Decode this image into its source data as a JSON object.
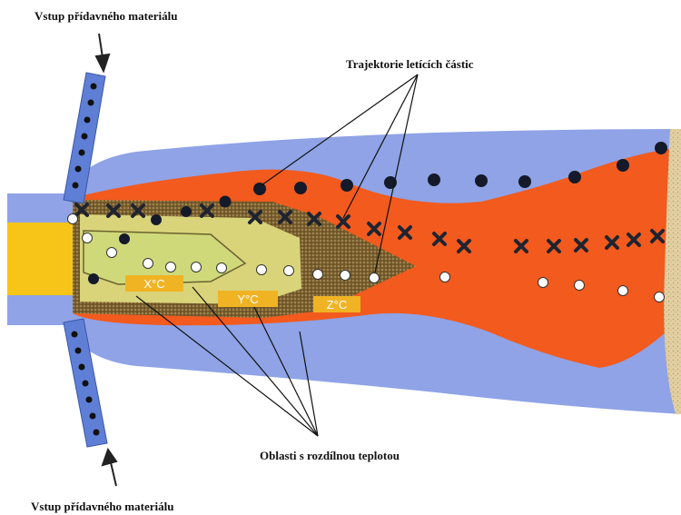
{
  "labels": {
    "feed_top": "Vstup přídavného materiálu",
    "feed_bottom": "Vstup přídavného materiálu",
    "trajectories": "Trajektorie letících částic",
    "temperature_zones": "Oblasti s rozdílnou teplotou"
  },
  "zones": {
    "x": "X°C",
    "y": "Y°C",
    "z": "Z°C"
  },
  "colors": {
    "outer_gas": "#8fa3e6",
    "hot_plume": "#f25a1e",
    "inner_zone": "#7a5f2e",
    "core_zone": "#d9d47a",
    "inner_core": "#cfd97a",
    "torch_nozzle": "#f6c518",
    "substrate": "#d9c49a",
    "zone_label_bg": "#f0b323",
    "feed_tube": "#5f7fd6"
  },
  "icons": {
    "arrow": "arrow-icon",
    "cross": "cross-icon",
    "solid_particle": "dark-particle-icon",
    "hollow_particle": "white-particle-icon"
  }
}
